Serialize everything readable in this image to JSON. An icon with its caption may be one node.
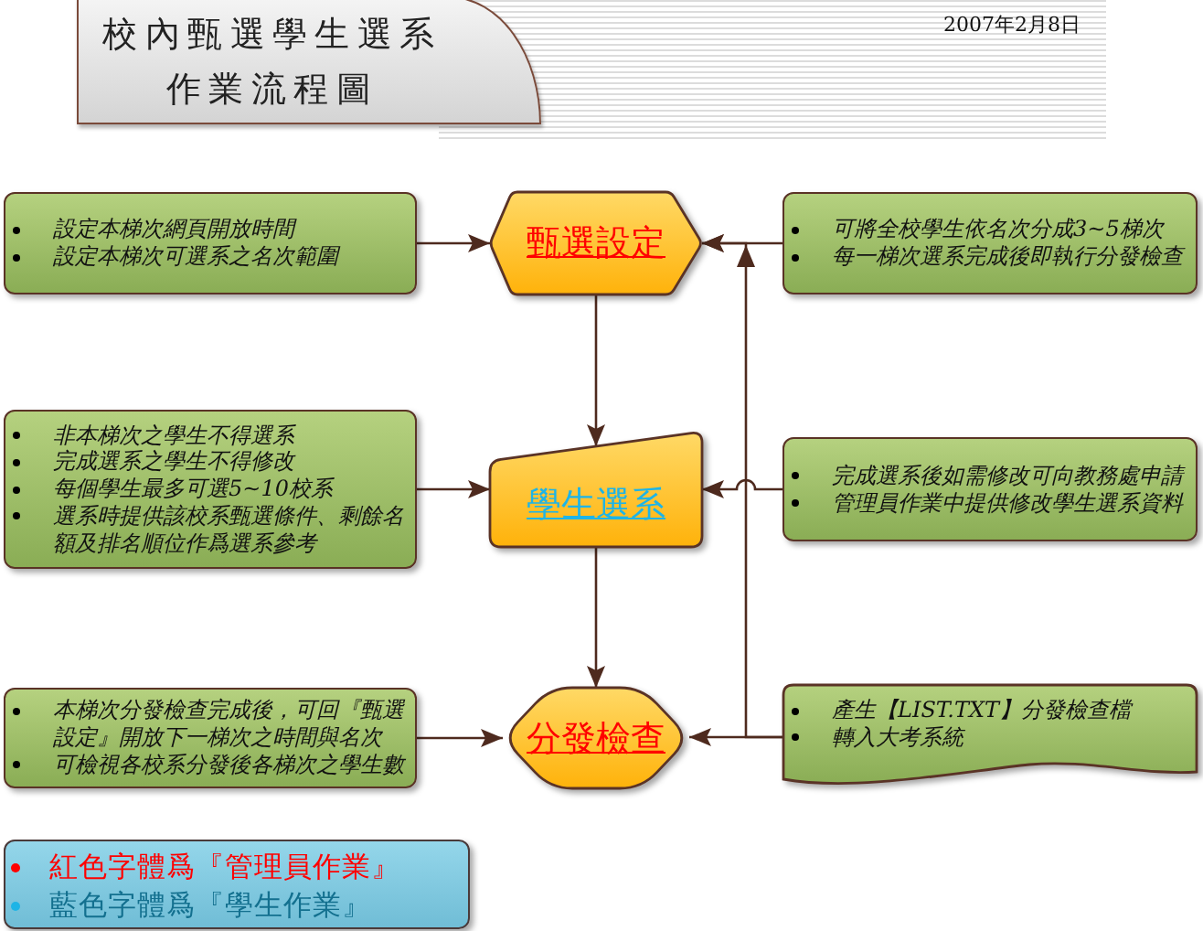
{
  "diagram": {
    "title": "校內甄選學生選系作業流程圖",
    "nodes": [
      {
        "text": [
          "設定本梯次網頁開放時間",
          "設定本梯次可選系之名次範圍"
        ]
      },
      {
        "text": [
          "甄選設定"
        ]
      },
      {
        "text": [
          "可將全校學生依名次分成3~5梯次",
          "每一梯次選系完成後即執行分發檢查"
        ]
      },
      {
        "text": [
          "非本梯次之學生不得選系",
          "完成選系之學生不得修改",
          "每個學生最多可選5~10校系",
          "選系時提供該校系甄選條件、剩餘名額及排名順位作爲選系參考"
        ]
      },
      {
        "text": [
          "學生選系"
        ]
      },
      {
        "text": [
          "完成選系後如需修改可向教務處申請",
          "管理員作業中提供修改學生選系資料"
        ]
      },
      {
        "text": [
          "本梯次分發檢查完成後，可回『甄選設定』開放下一梯次之時間與名次",
          "可檢視各校系分發後各梯次之學生數"
        ]
      },
      {
        "text": [
          "分發檢查"
        ]
      },
      {
        "text": [
          "產生【LIST.TXT】分發檢查檔",
          "轉入大考系統"
        ]
      }
    ],
    "edges": [
      {
        "from": 0,
        "to": 1,
        "arrow": "to"
      },
      {
        "from": 2,
        "to": 1,
        "arrow": "to"
      },
      {
        "from": 1,
        "to": 4,
        "arrow": "to"
      },
      {
        "from": 3,
        "to": 4,
        "arrow": "to"
      },
      {
        "from": 5,
        "to": 4,
        "arrow": "to"
      },
      {
        "from": 4,
        "to": 7,
        "arrow": "to"
      },
      {
        "from": 6,
        "to": 7,
        "arrow": "to"
      },
      {
        "from": 8,
        "to": 7,
        "arrow": "to"
      },
      {
        "from": 8,
        "to": 1,
        "arrow": "to"
      }
    ],
    "labels": [
      "2007年2月8日"
    ],
    "legend": [
      {
        "text": "紅色字體爲『管理員作業』",
        "color": "#ff0000"
      },
      {
        "text": "藍色字體爲『學生作業』",
        "color": "#1eb4e6"
      }
    ]
  }
}
